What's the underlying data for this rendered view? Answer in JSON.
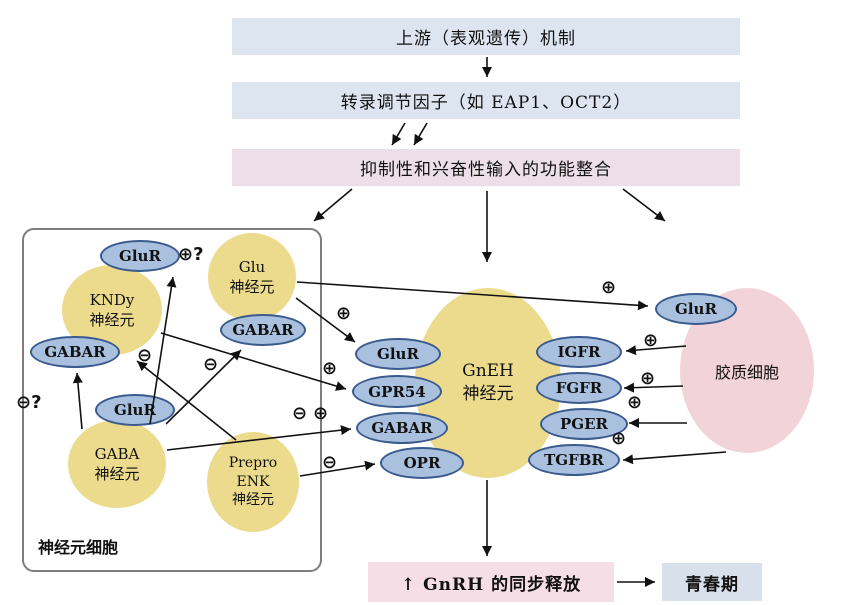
{
  "flow": {
    "box1": "上游（表观遗传）机制",
    "box2": "转录调节因子（如 EAP1、OCT2）",
    "box3": "抑制性和兴奋性输入的功能整合",
    "release": "↑ GnRH 的同步释放",
    "puberty": "青春期"
  },
  "panel": {
    "label": "神经元细胞"
  },
  "neurons": {
    "kndy": "KNDy\n神经元",
    "glu": "Glu\n神经元",
    "gaba": "GABA\n神经元",
    "preproenk": "Prepro\nENK\n神经元",
    "gneh": "GnEH\n神经元",
    "glial": "胶质细胞"
  },
  "receptors": {
    "glur_kndy": "GluR",
    "gabar_kndy": "GABAR",
    "gabar_glu": "GABAR",
    "glur_gaba": "GluR",
    "glur_gneh": "GluR",
    "gpr54": "GPR54",
    "gabar_gneh": "GABAR",
    "opr": "OPR",
    "igfr": "IGFR",
    "fgfr": "FGFR",
    "pger": "PGER",
    "tgfbr": "TGFBR",
    "glur_glial": "GluR"
  },
  "signs": {
    "s1": "⊕?",
    "s2": "⊖",
    "s3": "⊖",
    "s4": "⊖?",
    "s5": "⊕",
    "s6": "⊕",
    "s7": "⊖",
    "s8": "⊕",
    "s9": "⊖",
    "s10": "⊕",
    "s11": "⊕",
    "s12": "⊕",
    "s13": "⊕",
    "s14": "⊕"
  },
  "colors": {
    "flow_blue": "#dce5f0",
    "flow_pink": "#ecdfe9",
    "release_pink": "#f5dee5",
    "puberty_blue": "#d8e1eb",
    "neuron_yellow": "#ecdb8d",
    "receptor_fill": "#a9c1de",
    "receptor_border": "#3b5b8e",
    "glial_pink": "#f3d3da",
    "arrow": "#111111"
  }
}
